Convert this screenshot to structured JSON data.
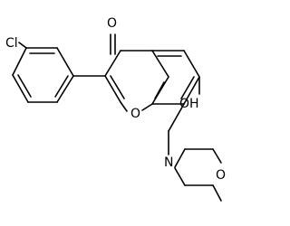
{
  "molecule": {
    "atoms": {
      "chloro": "Cl",
      "carbonyl_oxygen": "O",
      "hydroxyl": "OH",
      "ring_oxygen": "O",
      "morpholine_nitrogen": "N",
      "morpholine_oxygen": "O"
    },
    "colors": {
      "bond": "#000000",
      "label": "#000000",
      "background": "#ffffff"
    }
  }
}
